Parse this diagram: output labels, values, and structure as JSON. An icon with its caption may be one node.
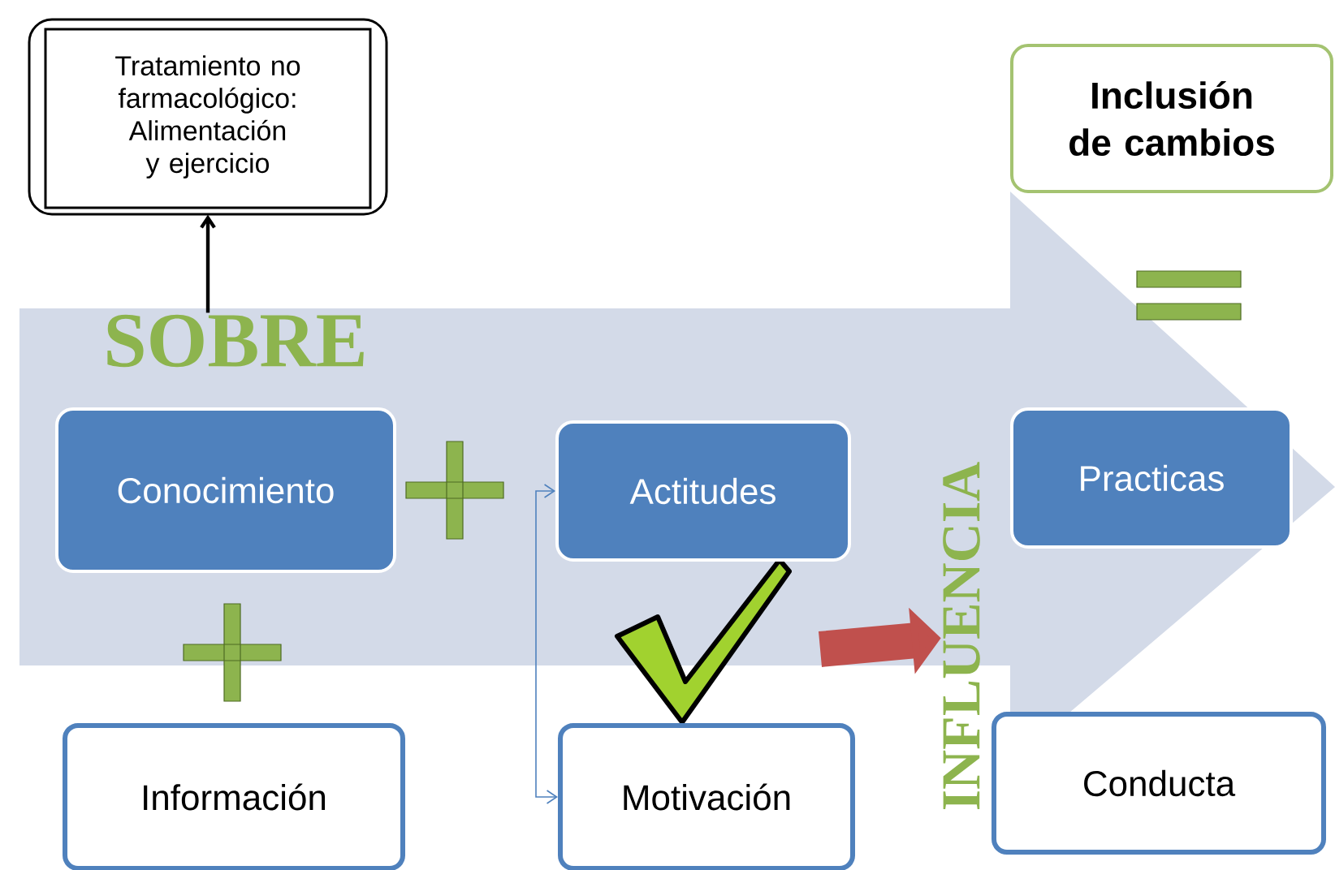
{
  "diagram": {
    "nodes": [
      {
        "text": [
          "Tratamiento no farmacológico: Alimentación y ejercicio"
        ]
      },
      {
        "text": [
          "SOBRE"
        ]
      },
      {
        "text": [
          "Inclusión de cambios"
        ]
      },
      {
        "text": [
          "Conocimiento"
        ]
      },
      {
        "text": [
          "Actitudes"
        ]
      },
      {
        "text": [
          "Practicas"
        ]
      },
      {
        "text": [
          "Información"
        ]
      },
      {
        "text": [
          "Motivación"
        ]
      },
      {
        "text": [
          "Conducta"
        ]
      },
      {
        "text": [
          "INFLUENCIA"
        ]
      }
    ],
    "edges": [
      {
        "from": 3,
        "to": 5,
        "arrow": "to",
        "style": "thick",
        "color": "#d3dae8"
      },
      {
        "from": 1,
        "to": 0,
        "arrow": "to",
        "color": "#000000"
      },
      {
        "from": null,
        "to": 4,
        "arrow": "to",
        "color": "#4f81bd"
      },
      {
        "from": null,
        "to": 7,
        "arrow": "to",
        "color": "#4f81bd"
      },
      {
        "from": null,
        "to": 9,
        "arrow": "to",
        "style": "thick",
        "color": "#c0504d"
      }
    ]
  }
}
